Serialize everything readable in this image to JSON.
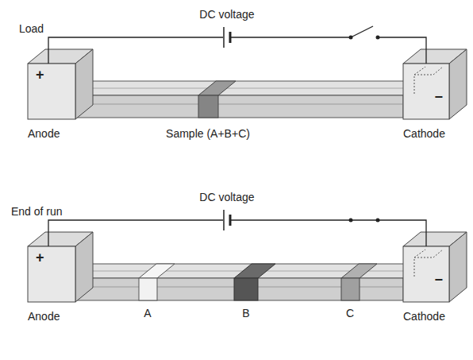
{
  "diagram": {
    "nodes": [
      {
        "text": [
          "+",
          "Anode"
        ]
      },
      {
        "text": [
          "−",
          "Cathode"
        ]
      },
      {
        "text": [
          "+",
          "Anode"
        ]
      },
      {
        "text": [
          "−",
          "Cathode"
        ]
      }
    ],
    "edges": [
      {
        "from": 0,
        "to": 1,
        "arrow": "none"
      },
      {
        "from": 2,
        "to": 3,
        "arrow": "none"
      }
    ],
    "labels": [
      "DC voltage",
      "Load",
      "Sample (A+B+C)",
      "DC voltage",
      "End of run",
      "A",
      "B",
      "C"
    ]
  }
}
